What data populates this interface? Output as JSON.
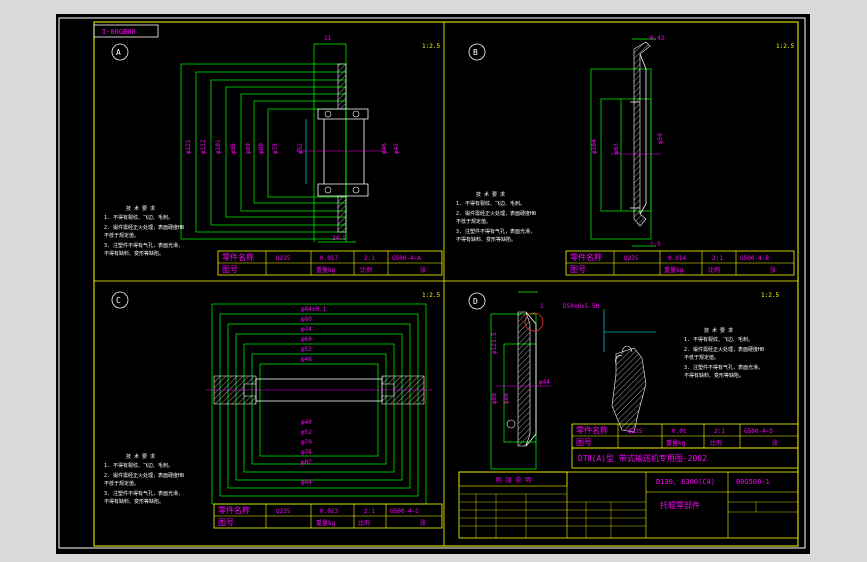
{
  "drawing_id_tag": "I-00GB00",
  "views": {
    "a": {
      "circle_label": "A",
      "scale": "1:2.5",
      "part_code": "G500-4-A",
      "weight": "0.017",
      "ratio": "2:1",
      "material": "Q235"
    },
    "b": {
      "circle_label": "B",
      "scale": "1:2.5",
      "part_code": "G500-4-B",
      "weight": "0.014",
      "ratio": "2:1",
      "material": "Q235"
    },
    "c": {
      "circle_label": "C",
      "scale": "1:2.5",
      "part_code": "G500-4-C",
      "weight": "0.023",
      "ratio": "2:1",
      "material": "Q235"
    },
    "d": {
      "circle_label": "D",
      "scale": "1:2.5",
      "part_code": "G500-4-D",
      "weight": "0.01",
      "ratio": "2:1",
      "material": "Q235"
    }
  },
  "row_labels": {
    "part_name": "零件名称",
    "drawing_no": "图号",
    "weight": "重量kg",
    "ratio": "比例",
    "sheet": "张"
  },
  "tech_notes": {
    "title": "技 术 要 求",
    "lines": [
      "1. 不得有裂纹、飞边、毛刺。",
      "2. 锻件需经正火处理，表面硬度HB",
      "   不低于规定值。",
      "3. 注塑件不得有气孔，表面光滑，",
      "   不得有缺料、变形等缺陷。"
    ]
  },
  "title_block": {
    "machine_title": "DTⅡ(A)型 带式输送机专用图-2002",
    "spec": "D130, 6300(C4)",
    "drawing_number": "00G500-1",
    "part_name": "托辊零部件",
    "notes_header": "附 加 说 明"
  }
}
